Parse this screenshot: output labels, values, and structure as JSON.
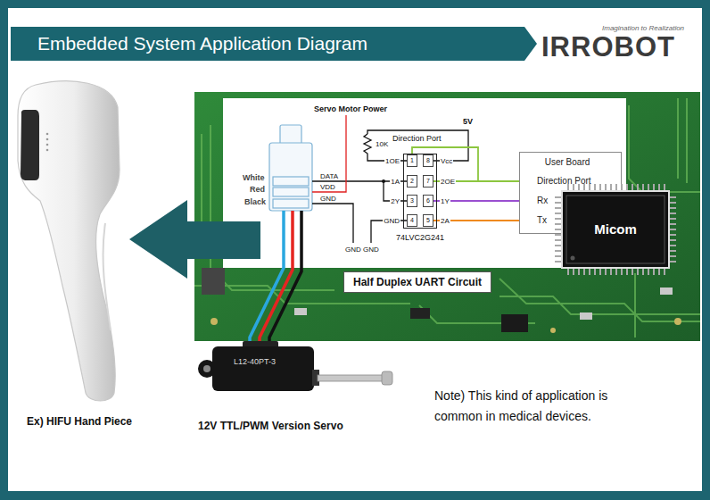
{
  "diagram": {
    "title": "Embedded System Application Diagram",
    "nodes": [
      {
        "text": [
          "74LVC2G241"
        ]
      },
      {
        "text": [
          "1"
        ],
        "in": 0
      },
      {
        "text": [
          "8"
        ],
        "in": 0
      },
      {
        "text": [
          "2"
        ],
        "in": 0
      },
      {
        "text": [
          "7"
        ],
        "in": 0
      },
      {
        "text": [
          "3"
        ],
        "in": 0
      },
      {
        "text": [
          "6"
        ],
        "in": 0
      },
      {
        "text": [
          "4"
        ],
        "in": 0
      },
      {
        "text": [
          "5"
        ],
        "in": 0
      },
      {
        "text": [
          "User Board",
          "Direction Port",
          "Rx",
          "Tx"
        ]
      },
      {
        "text": [
          "Micom"
        ]
      },
      {
        "text": [
          "Half Duplex UART Circuit"
        ]
      }
    ],
    "edges": [
      {
        "from": 1,
        "to": 9,
        "arrow": "none"
      },
      {
        "from": 4,
        "to": 9,
        "arrow": "none"
      },
      {
        "from": 6,
        "to": 9,
        "arrow": "none"
      },
      {
        "from": 9,
        "to": 8,
        "arrow": "none"
      }
    ],
    "labels": [
      "IRROBOT",
      "Imagination to Realization",
      "Servo Motor Power",
      "5V",
      "10K",
      "Direction Port",
      "White",
      "Red",
      "Black",
      "DATA",
      "VDD",
      "GND",
      "1OE",
      "1A",
      "2Y",
      "GND",
      "Vcc",
      "2OE",
      "1Y",
      "2A",
      "GND",
      "GND",
      "L12-40PT-3",
      "Ex) HIFU Hand Piece",
      "12V TTL/PWM Version Servo",
      "Note) This kind of application is common in medical devices."
    ]
  }
}
